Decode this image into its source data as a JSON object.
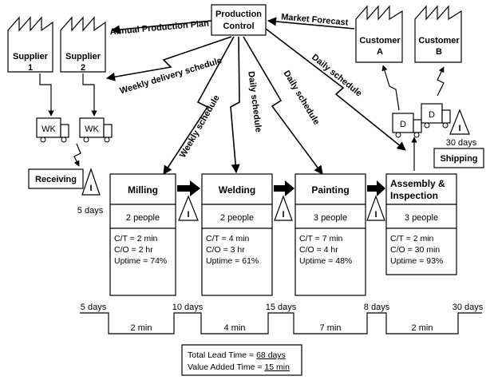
{
  "production_control": {
    "line1": "Production",
    "line2": "Control"
  },
  "suppliers": [
    {
      "line1": "Supplier",
      "line2": "1"
    },
    {
      "line1": "Supplier",
      "line2": "2"
    }
  ],
  "customers": [
    {
      "line1": "Customer",
      "line2": "A"
    },
    {
      "line1": "Customer",
      "line2": "B"
    }
  ],
  "flows": {
    "annual_plan": "Annual Production Plan",
    "market_forecast": "Market Forecast",
    "weekly_delivery": "Weekly delivery schedule",
    "weekly_schedule": "Weekly schedule",
    "daily_welding": "Daily schedule",
    "daily_painting": "Daily schedule",
    "daily_assembly": "Daily schedule"
  },
  "trucks": {
    "wk1": "WK",
    "wk2": "WK",
    "d1": "D",
    "d2": "D"
  },
  "receiving": "Receiving",
  "shipping": "Shipping",
  "inventory_symbol": "I",
  "receiving_days": "5 days",
  "shipping_days": "30 days",
  "processes": [
    {
      "name": "Milling",
      "name2": "",
      "people": "2 people",
      "ct": "C/T = 2 min",
      "co": "C/O = 2 hr",
      "uptime": "Uptime = 74%"
    },
    {
      "name": "Welding",
      "name2": "",
      "people": "2 people",
      "ct": "C/T = 4 min",
      "co": "C/O = 3 hr",
      "uptime": "Uptime = 61%"
    },
    {
      "name": "Painting",
      "name2": "",
      "people": "3 people",
      "ct": "C/T = 7 min",
      "co": "C/O = 4 hr",
      "uptime": "Uptime = 48%"
    },
    {
      "name": "Assembly &",
      "name2": "Inspection",
      "people": "3 people",
      "ct": "C/T = 2 min",
      "co": "C/O = 30 min",
      "uptime": "Uptime = 93%"
    }
  ],
  "timeline": {
    "days": [
      "5 days",
      "10 days",
      "15 days",
      "8 days",
      "30 days"
    ],
    "times": [
      "2 min",
      "4 min",
      "7 min",
      "2 min"
    ]
  },
  "summary": {
    "lead_label": "Total Lead Time = ",
    "lead_value": "68 days",
    "va_label": "Value Added Time = ",
    "va_value": "15 min"
  }
}
